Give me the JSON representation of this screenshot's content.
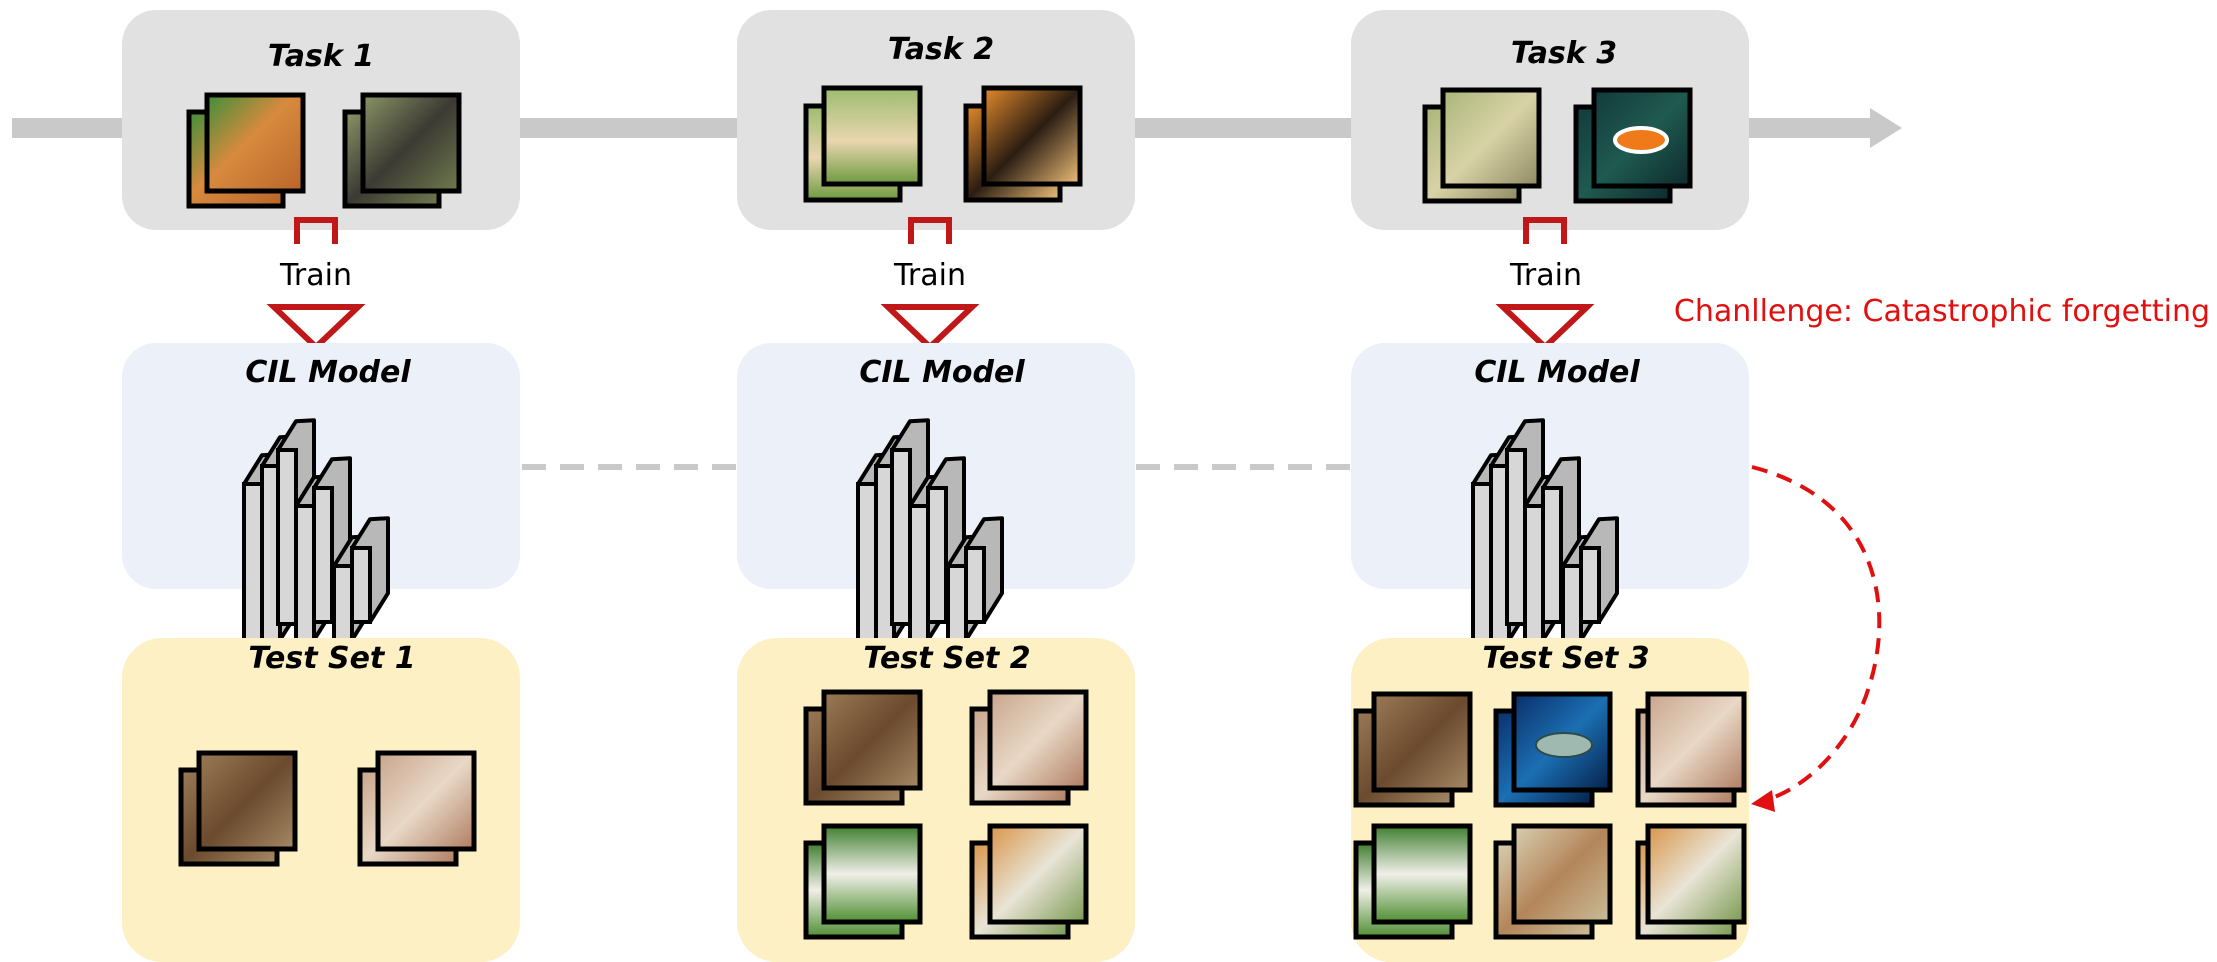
{
  "colors": {
    "timeline": "#c9c9c9",
    "task_box": "#e1e1e1",
    "model_box": "#ebf0f9",
    "test_box": "#fdf0c4",
    "train_arrow": "#c01818",
    "challenge": "#e01010",
    "layer_fill": "#b8b8b8"
  },
  "tasks": [
    {
      "title": "Task 1",
      "images": [
        "cat-image",
        "bear-image"
      ]
    },
    {
      "title": "Task 2",
      "images": [
        "dog-image",
        "tiger-image"
      ]
    },
    {
      "title": "Task 3",
      "images": [
        "bird-image",
        "clownfish-image"
      ]
    }
  ],
  "train_label": "Train",
  "model_title": "CIL Model",
  "test_sets": [
    {
      "title": "Test Set 1",
      "images": [
        "bear-image",
        "cat-image"
      ]
    },
    {
      "title": "Test Set 2",
      "images": [
        "bear-image",
        "cat-image",
        "dog-image",
        "tiger-image"
      ]
    },
    {
      "title": "Test Set 3",
      "images": [
        "bear-image",
        "fish-image",
        "cat-image",
        "dog-image",
        "bird-image",
        "tiger-image"
      ]
    }
  ],
  "challenge": "Chanllenge: Catastrophic forgetting"
}
